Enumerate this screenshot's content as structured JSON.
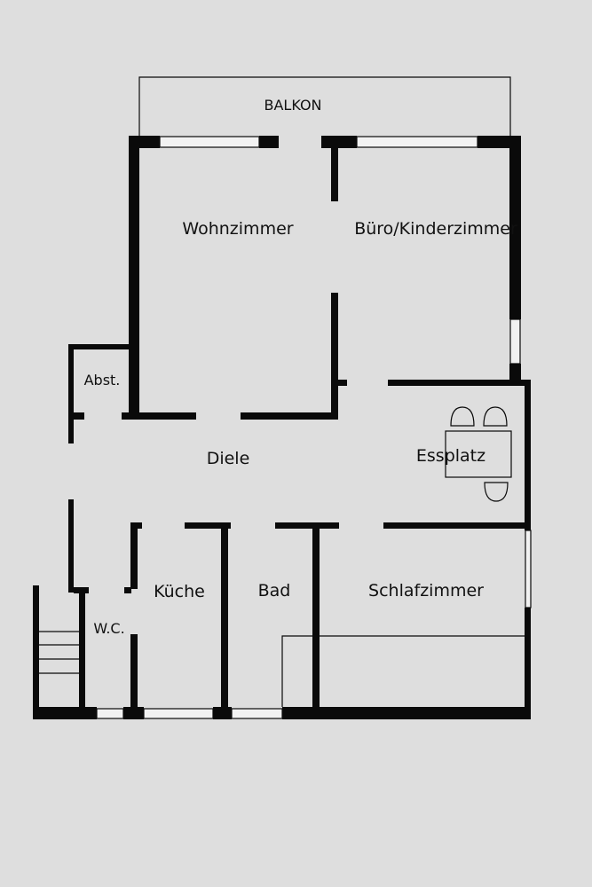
{
  "rooms": {
    "balkon": "BALKON",
    "wohnzimmer": "Wohnzimmer",
    "buero": "Büro/Kinderzimmer",
    "abst": "Abst.",
    "diele": "Diele",
    "essplatz": "Essplatz",
    "kueche": "Küche",
    "bad": "Bad",
    "schlafzimmer": "Schlafzimmer",
    "wc": "W.C."
  }
}
